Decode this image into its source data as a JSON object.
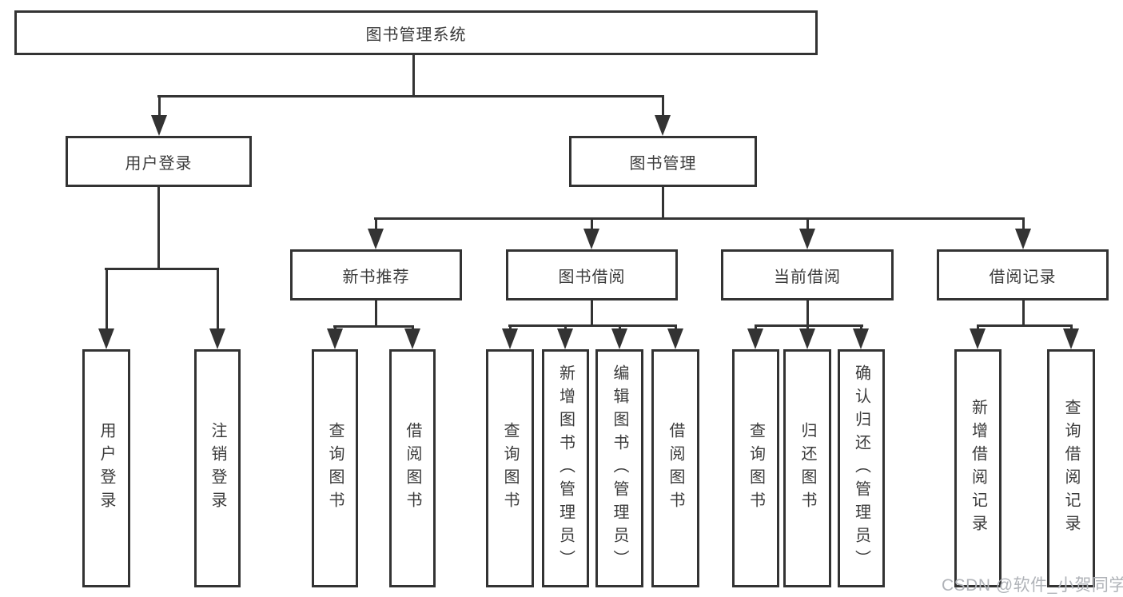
{
  "diagram": {
    "root": {
      "label": "图书管理系统"
    },
    "level2": {
      "user_login": {
        "label": "用户登录"
      },
      "book_mgmt": {
        "label": "图书管理"
      }
    },
    "level3": {
      "new_books": {
        "label": "新书推荐"
      },
      "borrowing": {
        "label": "图书借阅"
      },
      "current": {
        "label": "当前借阅"
      },
      "records": {
        "label": "借阅记录"
      }
    },
    "leaves": {
      "user_login": [
        "用户登录",
        "注销登录"
      ],
      "new_books": [
        "查询图书",
        "借阅图书"
      ],
      "borrowing": [
        "查询图书",
        "新增图书（管理员）",
        "编辑图书（管理员）",
        "借阅图书"
      ],
      "current": [
        "查询图书",
        "归还图书",
        "确认归还（管理员）"
      ],
      "records": [
        "新增借阅记录",
        "查询借阅记录"
      ]
    }
  },
  "watermark": {
    "text": "CSDN @软件_小贺同学"
  },
  "colors": {
    "line": "#333333",
    "box_border": "#333333",
    "box_fill": "#ffffff",
    "text": "#3b3b3b",
    "watermark": "#b0b3b8",
    "background": "#ffffff"
  }
}
